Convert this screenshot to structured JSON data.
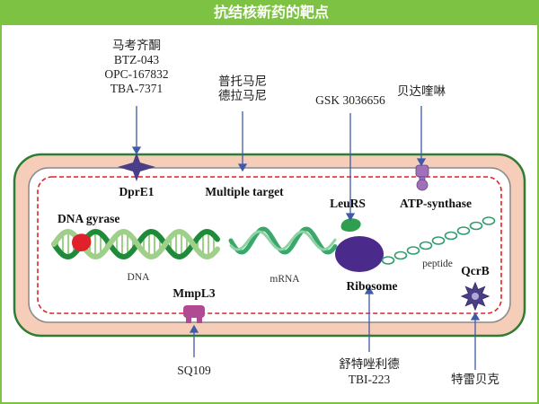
{
  "title": "抗结核新药的靶点",
  "colors": {
    "header": "#7dc242",
    "cell_wall": "#f6cdb8",
    "cell_outline": "#2e7d32",
    "membrane_dash": "#e0202a",
    "arrow": "#3f5aa8",
    "dna_dark": "#1f8a3a",
    "dna_light": "#9fd08a",
    "mrna": "#3aa86b",
    "ribosome": "#4a2a8a",
    "peptide": "#2f9c6e",
    "leurs": "#2e9e4f",
    "atp_synthase": "#a070b8",
    "mmpl3": "#b04a92",
    "qcrb": "#4a3f86",
    "dna_gyrase_blob": "#e0202a"
  },
  "icons": [
    "dpre1-star-icon",
    "atp-synthase-icon",
    "mmpl3-icon",
    "qcrb-star-icon",
    "leurs-blob-icon",
    "ribosome-icon",
    "dna-gyrase-blob-icon"
  ],
  "drugs": {
    "dpre1": [
      "马考齐酮",
      "BTZ-043",
      "OPC-167832",
      "TBA-7371"
    ],
    "multiple": [
      "普托马尼",
      "德拉马尼"
    ],
    "leurs": [
      "GSK 3036656"
    ],
    "atp": [
      "贝达喹啉"
    ],
    "mmpl3": [
      "SQ109"
    ],
    "ribosome": [
      "舒特唑利德",
      "TBI-223"
    ],
    "qcrb": [
      "特雷贝克"
    ]
  },
  "targets": {
    "dpre1": "DprE1",
    "multiple": "Multiple target",
    "leurs": "LeuRS",
    "atp": "ATP-synthase",
    "dna_gyrase": "DNA gyrase",
    "mmpl3": "MmpL3",
    "ribosome": "Ribosome",
    "qcrb": "QcrB"
  },
  "labels": {
    "dna": "DNA",
    "mrna": "mRNA",
    "peptide": "peptide"
  }
}
